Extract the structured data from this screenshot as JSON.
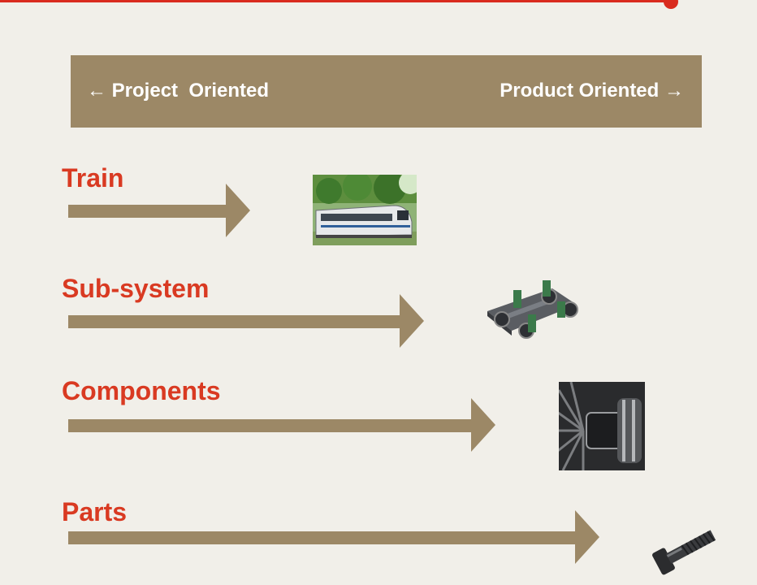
{
  "colors": {
    "accent_red": "#d92b1e",
    "label_red": "#d93a22",
    "arrow_brown": "#9c8866",
    "banner_brown": "#9c8866",
    "background": "#f1efe9"
  },
  "banner": {
    "left_arrow_icon": "←",
    "left_text": "Project  Oriented",
    "right_text": "Product Oriented",
    "right_arrow_icon": "→"
  },
  "levels": [
    {
      "label": "Train",
      "image": "train-photo"
    },
    {
      "label": "Sub-system",
      "image": "bogie-subsystem-render"
    },
    {
      "label": "Components",
      "image": "turbine-component-photo"
    },
    {
      "label": "Parts",
      "image": "bolt-part-render"
    }
  ]
}
